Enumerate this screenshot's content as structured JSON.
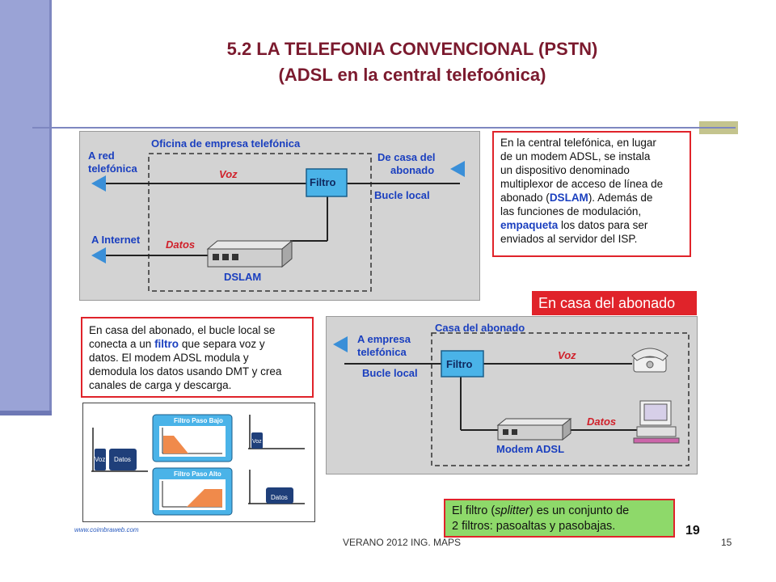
{
  "slide": {
    "title_line1": "5.2 LA TELEFONIA CONVENCIONAL (PSTN)",
    "title_line2": "(ADSL en la central telefoónica)",
    "footer_center": "VERANO 2012 ING. MAPS",
    "page_number": "15",
    "corner_number": "19",
    "watermark": "www.coimbraweb.com"
  },
  "office_diagram": {
    "box_title": "Oficina de empresa telefónica",
    "left_top": [
      "A red",
      "telefónica"
    ],
    "left_bottom": "A Internet",
    "right_top": [
      "De casa del",
      "abonado"
    ],
    "voz": "Voz",
    "datos": "Datos",
    "filtro": "Filtro",
    "bucle": "Bucle local",
    "dslam": "DSLAM"
  },
  "central_note": {
    "line1": "En la central telefónica, en lugar",
    "line2": "de un modem ADSL, se instala",
    "line3": "un dispositivo denominado",
    "line4": "multiplexor de acceso de línea de",
    "line5_pre": "abonado (",
    "line5_bold": "DSLAM",
    "line5_post": "). Además de",
    "line6": "las funciones de modulación,",
    "line7_bold": "empaqueta",
    "line7_post": " los datos para ser",
    "line8": "enviados al servidor del ISP."
  },
  "red_banner": "En casa del abonado",
  "home_note": {
    "line1": "En casa del abonado, el bucle local se",
    "line2_pre": "conecta a un ",
    "line2_bold": "filtro",
    "line2_post": " que separa voz y",
    "line3": "datos. El modem ADSL modula y",
    "line4": "demodula los datos usando DMT y crea",
    "line5": "canales de carga y descarga."
  },
  "home_diagram": {
    "box_title": "Casa del abonado",
    "left_top": [
      "A empresa",
      "telefónica"
    ],
    "bucle": "Bucle local",
    "filtro": "Filtro",
    "voz": "Voz",
    "datos": "Datos",
    "modem": "Modem ADSL"
  },
  "filter_diagram": {
    "in_voz": "Voz",
    "in_datos": "Datos",
    "low_title": "Filtro Paso Bajo",
    "high_title": "Filtro Paso Alto",
    "out_voz": "Voz",
    "out_datos": "Datos"
  },
  "splitter_note": {
    "line1_pre": "El filtro (",
    "line1_italic": "splitter",
    "line1_post": ") es un conjunto de",
    "line2": "2 filtros: pasoaltas y pasobajas."
  },
  "colors": {
    "title": "#7b1a2e",
    "diagram_blue": "#1a3fbf",
    "red_label": "#e0232a",
    "filter_box": "#4ab3e8",
    "note_border": "#e0232a",
    "green_note": "#8ed96a",
    "left_bar": "#9aa3d6"
  }
}
